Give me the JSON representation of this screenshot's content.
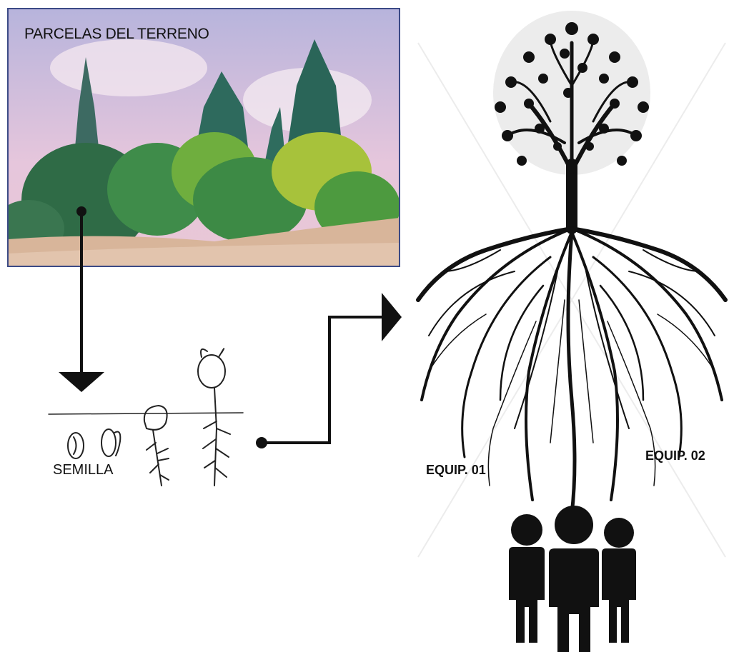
{
  "landscape_photo": {
    "caption": "PARCELAS DEL TERRENO",
    "colors": {
      "sky": "#c9b6d9",
      "vegetation": "#2f7a45",
      "ground": "#d9b79a",
      "frame": "#3b4a86"
    }
  },
  "seed_stages": {
    "label": "SEMILLA"
  },
  "teams": {
    "left_label": "EQUIP. 01",
    "right_label": "EQUIP. 02"
  },
  "icons": [
    "landscape-photo",
    "seed-germination-sketch",
    "tree-with-roots",
    "group-of-people-icon",
    "arrow-down",
    "arrow-right"
  ],
  "colors": {
    "ink": "#111111",
    "watermark": "#e6e6e6"
  }
}
